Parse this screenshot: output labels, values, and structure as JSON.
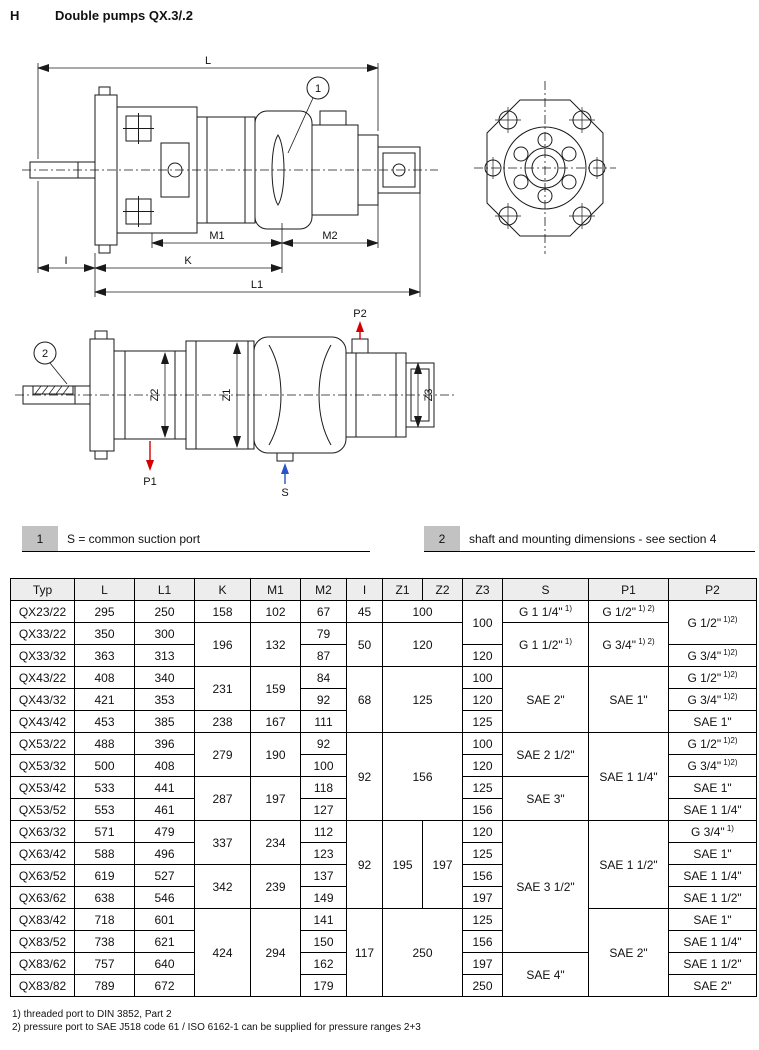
{
  "page": {
    "section_letter": "H",
    "title": "Double pumps QX.3/.2"
  },
  "drawings": {
    "labels": {
      "L": "L",
      "L1": "L1",
      "K": "K",
      "M1": "M1",
      "M2": "M2",
      "I": "I",
      "Z1": "Z1",
      "Z2": "Z2",
      "Z3": "Z3",
      "P1": "P1",
      "P2": "P2",
      "S": "S"
    },
    "callouts": {
      "c1": "1",
      "c2": "2"
    },
    "colors": {
      "pressure_port": "#d40000",
      "suction_port": "#2953c8",
      "line": "#1a1a1a"
    }
  },
  "legend": {
    "item1": {
      "num": "1",
      "text": "S = common suction port"
    },
    "item2": {
      "num": "2",
      "text": "shaft and mounting dimensions - see section 4"
    }
  },
  "table": {
    "headers": [
      "Typ",
      "L",
      "L1",
      "K",
      "M1",
      "M2",
      "I",
      "Z1",
      "Z2",
      "Z3",
      "S",
      "P1",
      "P2"
    ],
    "rows": [
      [
        {
          "t": "QX23/22"
        },
        {
          "t": "295"
        },
        {
          "t": "250"
        },
        {
          "t": "158"
        },
        {
          "t": "102"
        },
        {
          "t": "67"
        },
        {
          "t": "45"
        },
        {
          "t": "100",
          "cs": 2
        },
        {
          "t": "100",
          "rs": 2
        },
        {
          "t": "G 1 1/4\"",
          "sup": "1)"
        },
        {
          "t": "G 1/2\"",
          "sup": "1) 2)"
        },
        {
          "t": "G 1/2\"",
          "sup": "1)2)",
          "rs": 2
        }
      ],
      [
        {
          "t": "QX33/22"
        },
        {
          "t": "350"
        },
        {
          "t": "300"
        },
        {
          "t": "196",
          "rs": 2
        },
        {
          "t": "132",
          "rs": 2
        },
        {
          "t": "79"
        },
        {
          "t": "50",
          "rs": 2
        },
        {
          "t": "120",
          "cs": 2,
          "rs": 2
        },
        {
          "t": "G 1 1/2\"",
          "sup": "1)",
          "rs": 2
        },
        {
          "t": "G 3/4\"",
          "sup": "1) 2)",
          "rs": 2
        }
      ],
      [
        {
          "t": "QX33/32"
        },
        {
          "t": "363"
        },
        {
          "t": "313"
        },
        {
          "t": "87"
        },
        {
          "t": "120"
        },
        {
          "t": "G 3/4\"",
          "sup": "1)2)"
        }
      ],
      [
        {
          "t": "QX43/22"
        },
        {
          "t": "408"
        },
        {
          "t": "340"
        },
        {
          "t": "231",
          "rs": 2
        },
        {
          "t": "159",
          "rs": 2
        },
        {
          "t": "84"
        },
        {
          "t": "68",
          "rs": 3
        },
        {
          "t": "125",
          "cs": 2,
          "rs": 3
        },
        {
          "t": "100"
        },
        {
          "t": "SAE 2\"",
          "rs": 3
        },
        {
          "t": "SAE 1\"",
          "rs": 3
        },
        {
          "t": "G 1/2\"",
          "sup": "1)2)"
        }
      ],
      [
        {
          "t": "QX43/32"
        },
        {
          "t": "421"
        },
        {
          "t": "353"
        },
        {
          "t": "92"
        },
        {
          "t": "120"
        },
        {
          "t": "G 3/4\"",
          "sup": "1)2)"
        }
      ],
      [
        {
          "t": "QX43/42"
        },
        {
          "t": "453"
        },
        {
          "t": "385"
        },
        {
          "t": "238"
        },
        {
          "t": "167"
        },
        {
          "t": "111"
        },
        {
          "t": "125"
        },
        {
          "t": "SAE 1\""
        }
      ],
      [
        {
          "t": "QX53/22"
        },
        {
          "t": "488"
        },
        {
          "t": "396"
        },
        {
          "t": "279",
          "rs": 2
        },
        {
          "t": "190",
          "rs": 2
        },
        {
          "t": "92"
        },
        {
          "t": "92",
          "rs": 4
        },
        {
          "t": "156",
          "cs": 2,
          "rs": 4
        },
        {
          "t": "100"
        },
        {
          "t": "SAE 2 1/2\"",
          "rs": 2
        },
        {
          "t": "SAE 1 1/4\"",
          "rs": 4
        },
        {
          "t": "G 1/2\"",
          "sup": "1)2)"
        }
      ],
      [
        {
          "t": "QX53/32"
        },
        {
          "t": "500"
        },
        {
          "t": "408"
        },
        {
          "t": "100"
        },
        {
          "t": "120"
        },
        {
          "t": "G 3/4\"",
          "sup": "1)2)"
        }
      ],
      [
        {
          "t": "QX53/42"
        },
        {
          "t": "533"
        },
        {
          "t": "441"
        },
        {
          "t": "287",
          "rs": 2
        },
        {
          "t": "197",
          "rs": 2
        },
        {
          "t": "118"
        },
        {
          "t": "125"
        },
        {
          "t": "SAE 3\"",
          "rs": 2
        },
        {
          "t": "SAE 1\""
        }
      ],
      [
        {
          "t": "QX53/52"
        },
        {
          "t": "553"
        },
        {
          "t": "461"
        },
        {
          "t": "127"
        },
        {
          "t": "156"
        },
        {
          "t": "SAE 1 1/4\""
        }
      ],
      [
        {
          "t": "QX63/32"
        },
        {
          "t": "571"
        },
        {
          "t": "479"
        },
        {
          "t": "337",
          "rs": 2
        },
        {
          "t": "234",
          "rs": 2
        },
        {
          "t": "112"
        },
        {
          "t": "92",
          "rs": 4
        },
        {
          "t": "195",
          "rs": 4
        },
        {
          "t": "197",
          "rs": 4
        },
        {
          "t": "120"
        },
        {
          "t": "SAE 3 1/2\"",
          "rs": 6
        },
        {
          "t": "SAE 1 1/2\"",
          "rs": 4
        },
        {
          "t": "G 3/4\"",
          "sup": "1)"
        }
      ],
      [
        {
          "t": "QX63/42"
        },
        {
          "t": "588"
        },
        {
          "t": "496"
        },
        {
          "t": "123"
        },
        {
          "t": "125"
        },
        {
          "t": "SAE 1\""
        }
      ],
      [
        {
          "t": "QX63/52"
        },
        {
          "t": "619"
        },
        {
          "t": "527"
        },
        {
          "t": "342",
          "rs": 2
        },
        {
          "t": "239",
          "rs": 2
        },
        {
          "t": "137"
        },
        {
          "t": "156"
        },
        {
          "t": "SAE 1 1/4\""
        }
      ],
      [
        {
          "t": "QX63/62"
        },
        {
          "t": "638"
        },
        {
          "t": "546"
        },
        {
          "t": "149"
        },
        {
          "t": "197"
        },
        {
          "t": "SAE 1 1/2\""
        }
      ],
      [
        {
          "t": "QX83/42"
        },
        {
          "t": "718"
        },
        {
          "t": "601"
        },
        {
          "t": "424",
          "rs": 4
        },
        {
          "t": "294",
          "rs": 4
        },
        {
          "t": "141"
        },
        {
          "t": "117",
          "rs": 4
        },
        {
          "t": "250",
          "cs": 2,
          "rs": 4
        },
        {
          "t": "125"
        },
        {
          "t": "SAE 2\"",
          "rs": 4
        },
        {
          "t": "SAE 1\""
        }
      ],
      [
        {
          "t": "QX83/52"
        },
        {
          "t": "738"
        },
        {
          "t": "621"
        },
        {
          "t": "150"
        },
        {
          "t": "156"
        },
        {
          "t": "SAE 1 1/4\""
        }
      ],
      [
        {
          "t": "QX83/62"
        },
        {
          "t": "757"
        },
        {
          "t": "640"
        },
        {
          "t": "162"
        },
        {
          "t": "197"
        },
        {
          "t": "SAE 4\"",
          "rs": 2
        },
        {
          "t": "SAE 1 1/2\""
        }
      ],
      [
        {
          "t": "QX83/82"
        },
        {
          "t": "789"
        },
        {
          "t": "672"
        },
        {
          "t": "179"
        },
        {
          "t": "250"
        },
        {
          "t": "SAE 2\""
        }
      ]
    ]
  },
  "footnotes": {
    "line1": "1) threaded port to DIN 3852, Part 2",
    "line2": "2) pressure port to SAE J518 code 61 / ISO 6162-1 can be supplied for pressure ranges 2+3"
  }
}
